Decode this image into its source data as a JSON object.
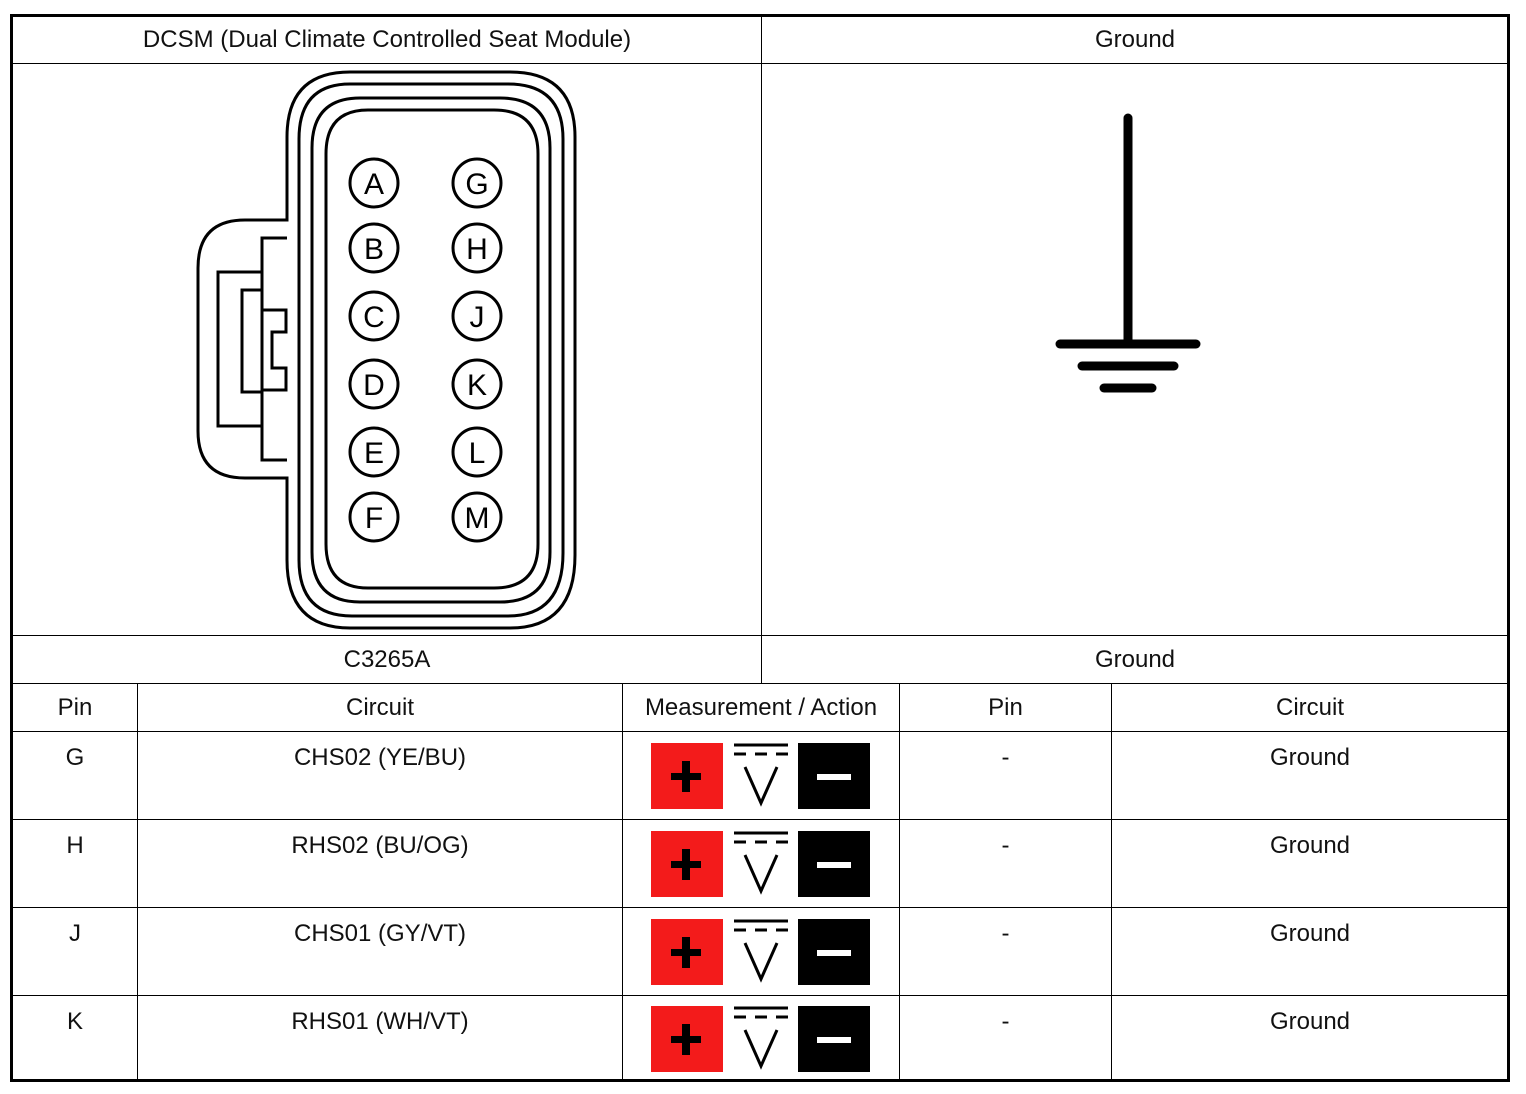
{
  "header": {
    "connector_name": "DCSM (Dual Climate Controlled Seat Module)",
    "ground_title": "Ground",
    "connector_id": "C3265A",
    "ground_subtitle": "Ground"
  },
  "connector_pins": [
    "A",
    "G",
    "B",
    "H",
    "C",
    "J",
    "D",
    "K",
    "E",
    "L",
    "F",
    "M"
  ],
  "table": {
    "columns": [
      "Pin",
      "Circuit",
      "Measurement / Action",
      "Pin",
      "Circuit"
    ],
    "rows": [
      {
        "pin": "G",
        "circuit": "CHS02 (YE/BU)",
        "measurement": "voltage",
        "pin2": "-",
        "circuit2": "Ground"
      },
      {
        "pin": "H",
        "circuit": "RHS02 (BU/OG)",
        "measurement": "voltage",
        "pin2": "-",
        "circuit2": "Ground"
      },
      {
        "pin": "J",
        "circuit": "CHS01 (GY/VT)",
        "measurement": "voltage",
        "pin2": "-",
        "circuit2": "Ground"
      },
      {
        "pin": "K",
        "circuit": "RHS01 (WH/VT)",
        "measurement": "voltage",
        "pin2": "-",
        "circuit2": "Ground"
      }
    ]
  },
  "colors": {
    "positive": "#f31b1b",
    "negative": "#000000"
  },
  "icons": [
    "connector-face-icon",
    "ground-symbol-icon",
    "positive-lead-icon",
    "dc-voltage-icon",
    "negative-lead-icon"
  ]
}
